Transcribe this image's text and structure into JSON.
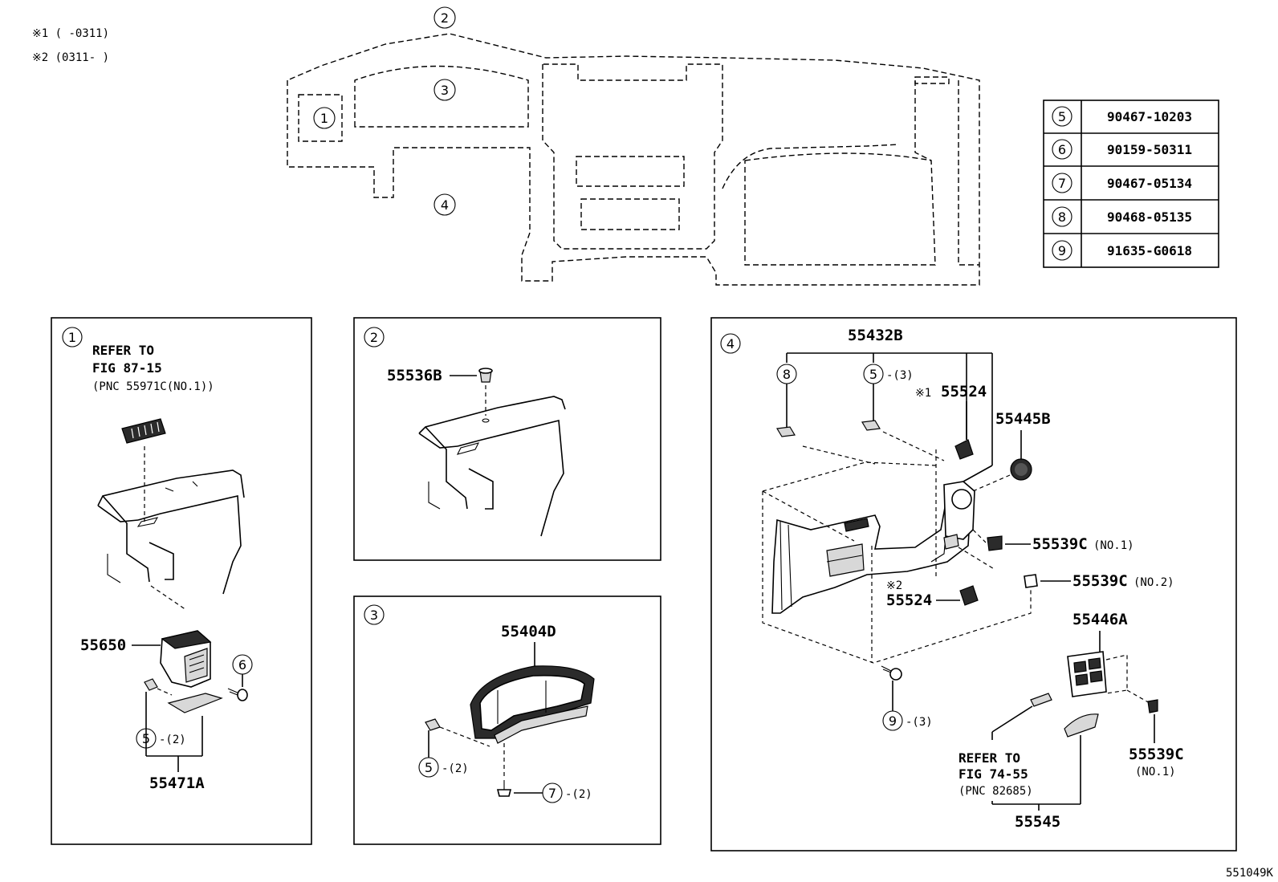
{
  "notes": {
    "note1": "※1 (    -0311)",
    "note2": "※2 (0311-    )"
  },
  "overview": {
    "area_labels": [
      "1",
      "2",
      "3",
      "4"
    ]
  },
  "fastener_table": [
    {
      "ref": "5",
      "part": "90467-10203"
    },
    {
      "ref": "6",
      "part": "90159-50311"
    },
    {
      "ref": "7",
      "part": "90467-05134"
    },
    {
      "ref": "8",
      "part": "90468-05135"
    },
    {
      "ref": "9",
      "part": "91635-G0618"
    }
  ],
  "panel1": {
    "ref": "1",
    "refer_line1": "REFER TO",
    "refer_line2": "FIG 87-15",
    "refer_line3": "(PNC 55971C(NO.1))",
    "part_55650": "55650",
    "callout_6": "6",
    "callout_5": "5",
    "qty_5": "-(2)",
    "part_55471A": "55471A"
  },
  "panel2": {
    "ref": "2",
    "part_55536B": "55536B"
  },
  "panel3": {
    "ref": "3",
    "part_55404D": "55404D",
    "callout_5": "5",
    "qty_5": "-(2)",
    "callout_7": "7",
    "qty_7": "-(2)"
  },
  "panel4": {
    "ref": "4",
    "part_55432B": "55432B",
    "callout_8": "8",
    "callout_5": "5",
    "qty_5": "-(3)",
    "note_mark_1": "※1",
    "part_55524_a": "55524",
    "part_55445B": "55445B",
    "part_55539C_no1": "55539C",
    "no1": "(NO.1)",
    "part_55539C_no2": "55539C",
    "no2": "(NO.2)",
    "note_mark_2": "※2",
    "part_55524_b": "55524",
    "callout_9": "9",
    "qty_9": "-(3)",
    "part_55446A": "55446A",
    "refer_line1": "REFER TO",
    "refer_line2": "FIG 74-55",
    "refer_line3": "(PNC 82685)",
    "part_55545": "55545",
    "part_55539C_b": "55539C",
    "no1_b": "(NO.1)"
  },
  "figure_id": "551049K"
}
